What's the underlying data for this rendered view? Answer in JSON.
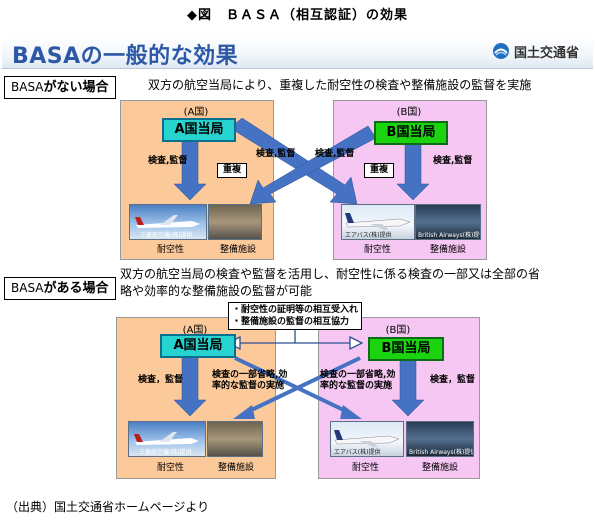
{
  "figure_title": "◆図　ＢＡＳＡ（相互認証）の効果",
  "main_title": "BASAの一般的な効果",
  "logo_text": "国土交通省",
  "case_without": {
    "label_prefix": "BASA",
    "label_suffix": "がない場合",
    "description": "双方の航空当局により、重複した耐空性の検査や整備施設の監督を実施",
    "country_a": "(A国)",
    "country_b": "(B国)",
    "agency_a": "A国当局",
    "agency_b": "B国当局",
    "inspection_left": "検査,監督",
    "inspection_center_left": "検査,監督",
    "inspection_center_right": "検査,監督",
    "inspection_right": "検査,監督",
    "duplicate_left": "重複",
    "duplicate_right": "重複",
    "photo_caption_a1": "三菱航空機(株)提供",
    "photo_caption_b1": "エアバス(株)提供",
    "photo_caption_b2": "British Airways(株)提供",
    "item_airworthiness_a": "耐空性",
    "item_facility_a": "整備施設",
    "item_airworthiness_b": "耐空性",
    "item_facility_b": "整備施設"
  },
  "case_with": {
    "label_prefix": "BASA",
    "label_suffix": "がある場合",
    "description_line1": "双方の航空当局の検査や監督を活用し、耐空性に係る検査の一部又は全部の省",
    "description_line2": "略や効率的な整備施設の監督が可能",
    "note_line1": "・耐空性の証明等の相互受入れ",
    "note_line2": "・整備施設の監督の相互協力",
    "country_a": "(A国)",
    "country_b": "(B国)",
    "agency_a": "A国当局",
    "agency_b": "B国当局",
    "inspection_left": "検査，監督",
    "inspection_right": "検査，監督",
    "efficient_left_line1": "検査の一部省略,効",
    "efficient_left_line2": "率的な監督の実施",
    "efficient_right_line1": "検査の一部省略,効",
    "efficient_right_line2": "率的な監督の実施",
    "photo_caption_a1": "三菱航空機(株)提供",
    "photo_caption_b1": "エアバス(株)提供",
    "photo_caption_b2": "British Airways(株)提供",
    "item_airworthiness_a": "耐空性",
    "item_facility_a": "整備施設",
    "item_airworthiness_b": "耐空性",
    "item_facility_b": "整備施設"
  },
  "source": "（出典）国土交通省ホームページより",
  "colors": {
    "title_blue": "#2c58a6",
    "agency_a_fill": "#27d3ce",
    "agency_b_fill": "#1bd40f",
    "country_a_bg": "#fbc99a",
    "country_b_bg": "#f6c7f3",
    "arrow_blue": "#4672c4"
  }
}
